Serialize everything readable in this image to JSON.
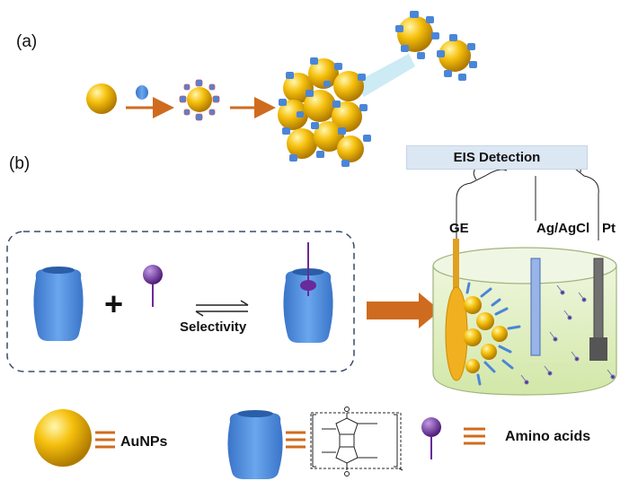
{
  "panels": {
    "a_label": "(a)",
    "b_label": "(b)"
  },
  "detection": {
    "title": "EIS Detection"
  },
  "electrodes": {
    "ge": "GE",
    "ref": "Ag/AgCl",
    "counter": "Pt"
  },
  "reaction": {
    "plus": "+",
    "selectivity": "Selectivity"
  },
  "legend": {
    "aunps": "AuNPs",
    "amino_acids": "Amino acids"
  },
  "colors": {
    "gold": "#f2b400",
    "cucurbituril_blue": "#4a86d8",
    "arrow_orange": "#cf6b1e",
    "solution_green": "#dfeebf",
    "guest_purple": "#6a2a9a"
  }
}
